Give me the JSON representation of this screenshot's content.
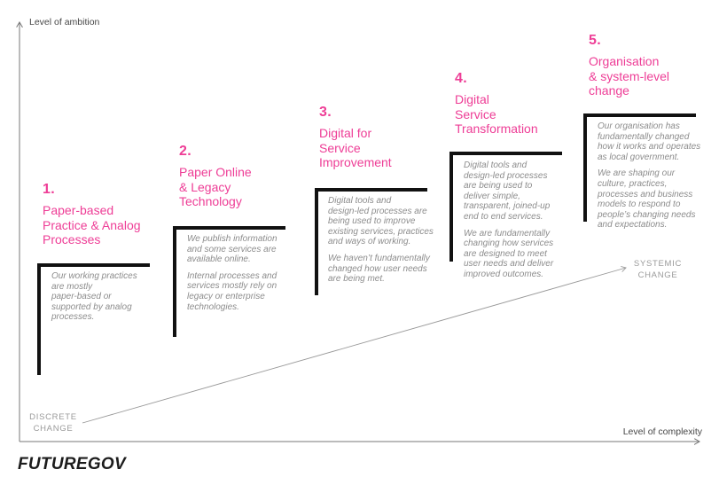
{
  "colors": {
    "accent": "#EE3D96",
    "bracket": "#111111",
    "desc_text": "#8C8C8C",
    "axis_text": "#474747",
    "axis_line": "#777777",
    "arrow_line": "#999999",
    "change_label": "#9A9A9A",
    "logo": "#1C1C1C"
  },
  "axes": {
    "y_label": "Level of ambition",
    "x_label": "Level of complexity"
  },
  "change_labels": {
    "start": "DISCRETE\nCHANGE",
    "end": "SYSTEMIC\nCHANGE"
  },
  "logo": {
    "text": "FUTUREGOV"
  },
  "stages": [
    {
      "number": "1.",
      "title": "Paper-based\nPractice & Analog\nProcesses",
      "paragraphs": [
        "Our working practices\nare mostly\npaper-based or\nsupported by analog\nprocesses."
      ]
    },
    {
      "number": "2.",
      "title": "Paper Online\n& Legacy\nTechnology",
      "paragraphs": [
        "We publish information\nand some services are\navailable online.",
        "Internal processes and\nservices mostly rely on\nlegacy or enterprise\ntechnologies."
      ]
    },
    {
      "number": "3.",
      "title": "Digital for\nService\nImprovement",
      "paragraphs": [
        "Digital tools and\ndesign-led processes are\nbeing used to improve\nexisting services, practices\nand ways of working.",
        "We haven’t fundamentally\nchanged how user needs\nare being met."
      ]
    },
    {
      "number": "4.",
      "title": "Digital\nService\nTransformation",
      "paragraphs": [
        "Digital tools and\ndesign-led processes\nare being used to\ndeliver simple,\ntransparent, joined-up\nend to end services.",
        "We are fundamentally\nchanging how services\nare designed to meet\nuser needs and deliver\nimproved outcomes."
      ]
    },
    {
      "number": "5.",
      "title": "Organisation\n& system-level\nchange",
      "paragraphs": [
        "Our organisation has\nfundamentally changed\nhow it works and operates\nas local government.",
        "We are shaping our\nculture, practices,\nprocesses and business\nmodels to respond to\npeople’s changing needs\nand expectations."
      ]
    }
  ]
}
